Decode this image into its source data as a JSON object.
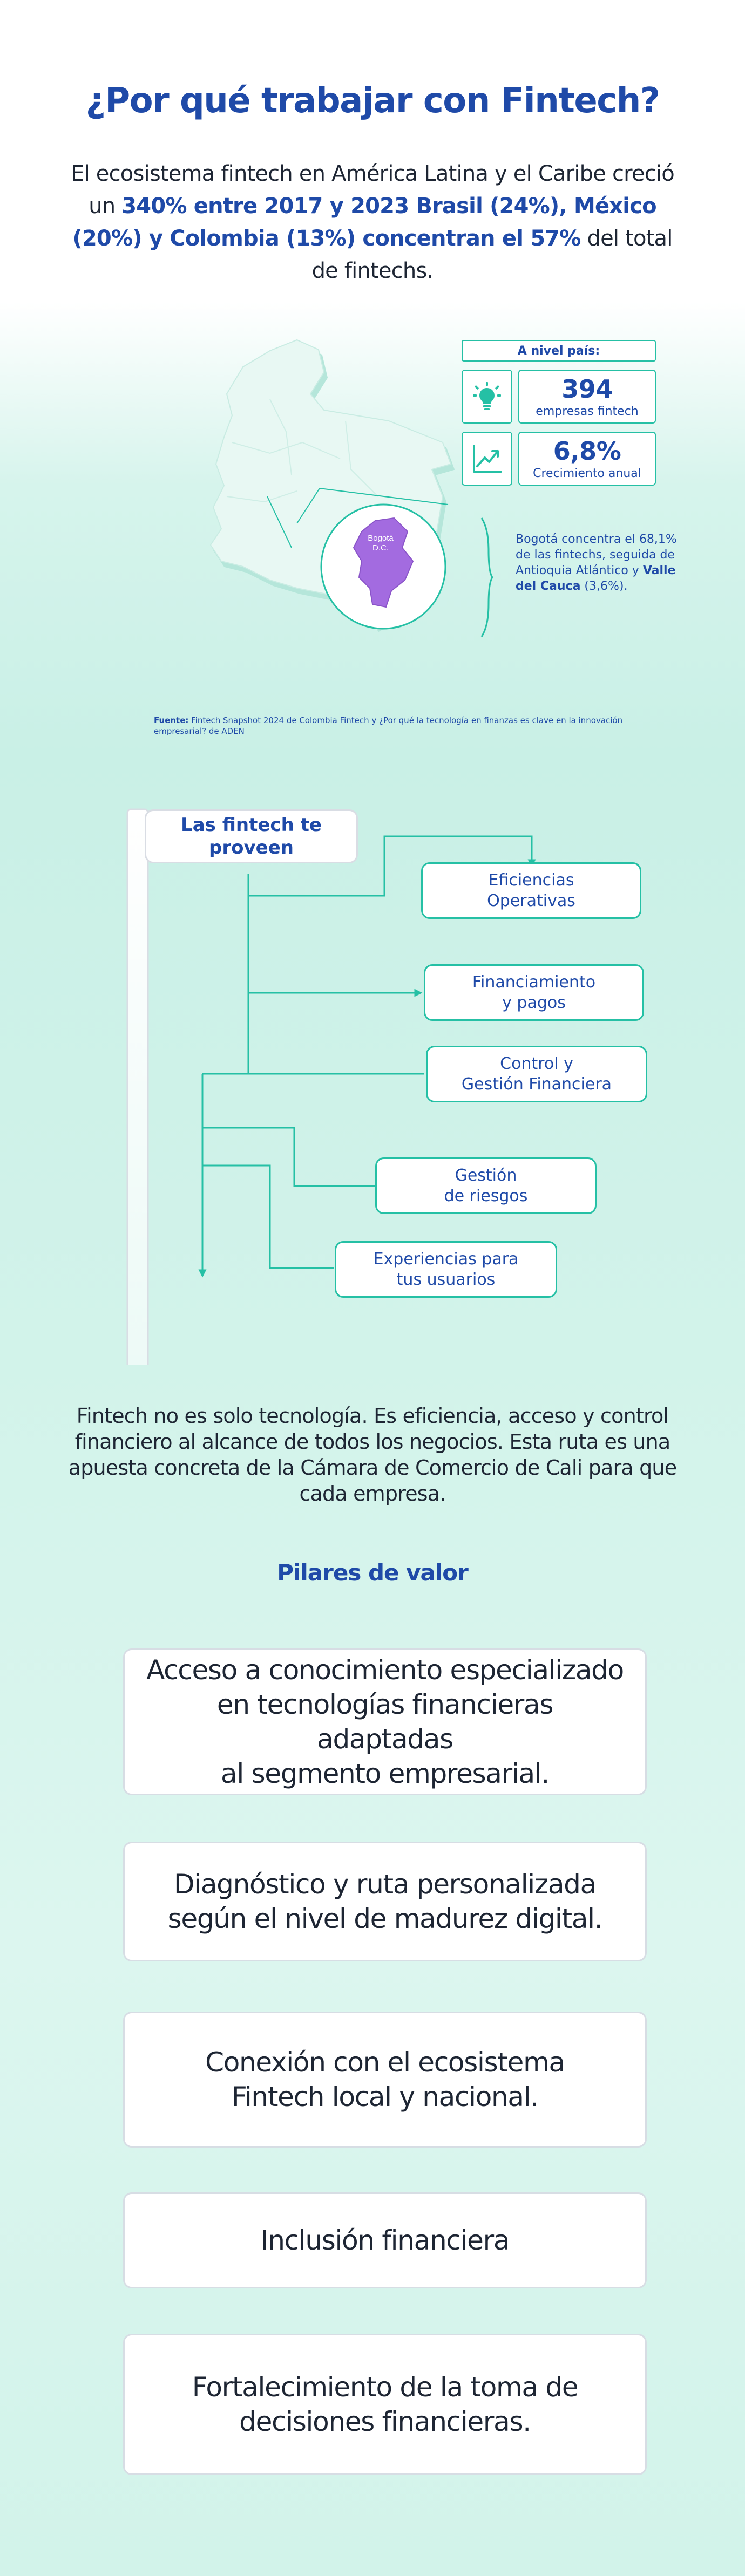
{
  "header": {
    "title": "¿Por qué trabajar con Fintech?",
    "intro": {
      "p1": "El ecosistema fintech en América Latina y el Caribe creció un ",
      "h1": "340% entre 2017 y 2023 Brasil (24%), México (20%) y Colombia (13%) concentran el 57%",
      "p2": " del total de fintechs."
    }
  },
  "stats": {
    "header": "A nivel país:",
    "companies": {
      "value": "394",
      "label": "empresas fintech",
      "icon": "lightbulb-icon"
    },
    "growth": {
      "value": "6,8%",
      "label": "Crecimiento anual",
      "icon": "trend-up-icon"
    }
  },
  "map": {
    "city_label_line1": "Bogotá",
    "city_label_line2": "D.C.",
    "map_color": "#e4f7f2",
    "highlight_color": "#a36be0"
  },
  "bogota_note": {
    "p1": "Bogotá concentra el 68,1% de las fintechs, seguida de Antioquia Atlántico y ",
    "b1": "Valle del Cauca",
    "p2": " (3,6%)."
  },
  "source": {
    "label": "Fuente:",
    "text": " Fintech  Snapshot 2024 de Colombia Fintech y ¿Por qué la tecnología en finanzas es clave en la innovación empresarial? de ADEN"
  },
  "tree": {
    "root": "Las fintech te\nproveen",
    "items": [
      "Eficiencias\nOperativas",
      "Financiamiento\ny pagos",
      "Control y\nGestión Financiera",
      "Gestión\nde riesgos",
      "Experiencias para\ntus usuarios"
    ]
  },
  "closing": "Fintech no es solo tecnología. Es eficiencia, acceso y control financiero al alcance de todos los negocios.  Esta ruta es una apuesta concreta de la Cámara de Comercio de Cali para que cada empresa.",
  "pillars": {
    "title": "Pilares de valor",
    "items": [
      "Acceso a conocimiento especializado\nen tecnologías financieras adaptadas\nal segmento empresarial.",
      "Diagnóstico y ruta personalizada\nsegún el nivel de madurez digital.",
      "Conexión con el ecosistema\nFintech local y nacional.",
      "Inclusión financiera",
      "Fortalecimiento de la toma de\ndecisiones financieras."
    ]
  },
  "colors": {
    "brand_blue": "#1f4aa8",
    "accent_green": "#25c0a5",
    "purple": "#a36be0"
  }
}
